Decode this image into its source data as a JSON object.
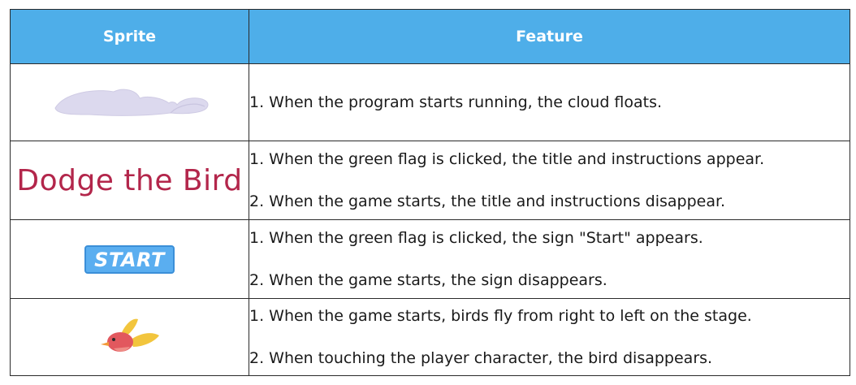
{
  "headers": {
    "sprite": "Sprite",
    "feature": "Feature"
  },
  "rows": [
    {
      "sprite_type": "cloud-icon",
      "sprite_text": "",
      "features": [
        "1. When the program starts running, the cloud floats."
      ]
    },
    {
      "sprite_type": "title-text",
      "sprite_text": "Dodge the Bird",
      "features": [
        "1. When the green flag is clicked, the title and instructions appear.",
        "2. When the game starts, the title and instructions disappear."
      ]
    },
    {
      "sprite_type": "start-sign",
      "sprite_text": "START",
      "features": [
        "1. When the green flag is clicked, the sign \"Start\" appears.",
        "2. When the game starts, the sign disappears."
      ]
    },
    {
      "sprite_type": "bird-icon",
      "sprite_text": "",
      "features": [
        "1. When the game starts, birds fly from right to left on the stage.",
        "2. When touching the player character, the bird disappears."
      ]
    }
  ],
  "colors": {
    "header_bg": "#4eaee9",
    "header_text": "#ffffff",
    "title_red": "#b3264b",
    "start_blue": "#5aaef0",
    "cloud_lavender": "#dcd9ee",
    "bird_red": "#e2585e",
    "bird_yellow": "#f2c53d"
  }
}
